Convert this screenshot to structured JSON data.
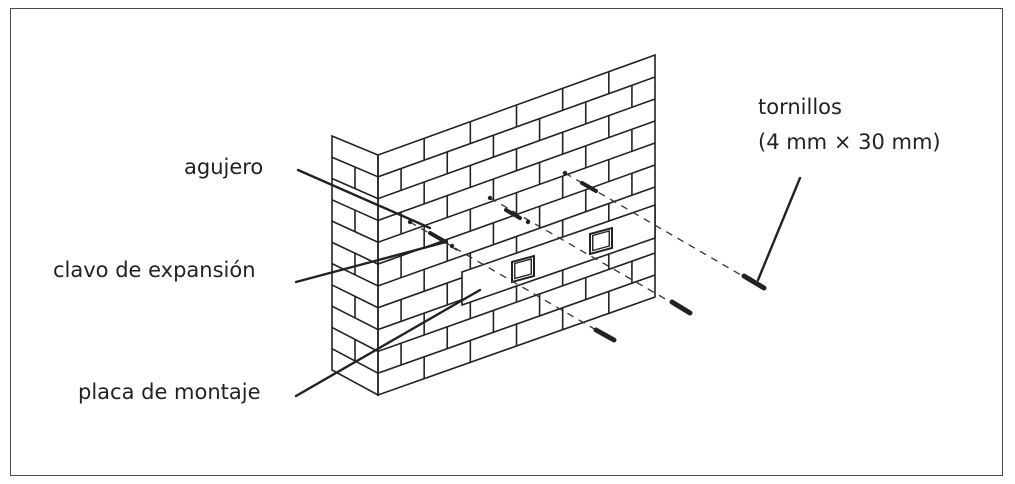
{
  "labels": {
    "hole": "agujero",
    "expansion_anchor": "clavo de expansión",
    "mounting_plate": "placa de montaje",
    "screws": "tornillos",
    "screw_size": "(4 mm × 30 mm)"
  },
  "colors": {
    "line": "#222222",
    "border": "#4a4a4a",
    "background": "#ffffff"
  }
}
